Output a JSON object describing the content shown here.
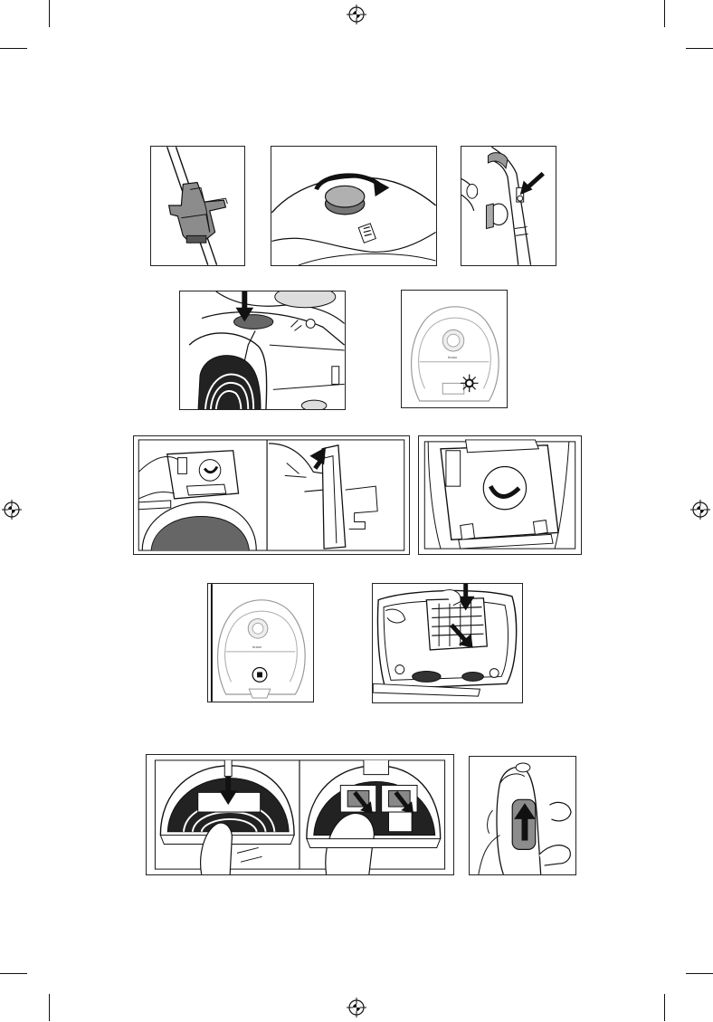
{
  "page": {
    "registration_marks": [
      "registration-mark"
    ],
    "crop_marks": [
      "crop-mark"
    ]
  },
  "figures": [
    {
      "id": "stick-clip"
    },
    {
      "id": "power-dial"
    },
    {
      "id": "hose-handle-release"
    },
    {
      "id": "cord-release-top"
    },
    {
      "id": "bag-indicator-front"
    },
    {
      "id": "bag-open-and-remove"
    },
    {
      "id": "bag-holder"
    },
    {
      "id": "filter-indicator-front"
    },
    {
      "id": "filter-compartment"
    },
    {
      "id": "exhaust-filter-removal"
    },
    {
      "id": "handle-slider"
    }
  ],
  "brand_mark": {
    "text": "braun"
  },
  "colors": {
    "ink": "#111111",
    "gray": "#8c8c8c",
    "light": "#d6d6d6",
    "dark": "#2a2a2a"
  }
}
